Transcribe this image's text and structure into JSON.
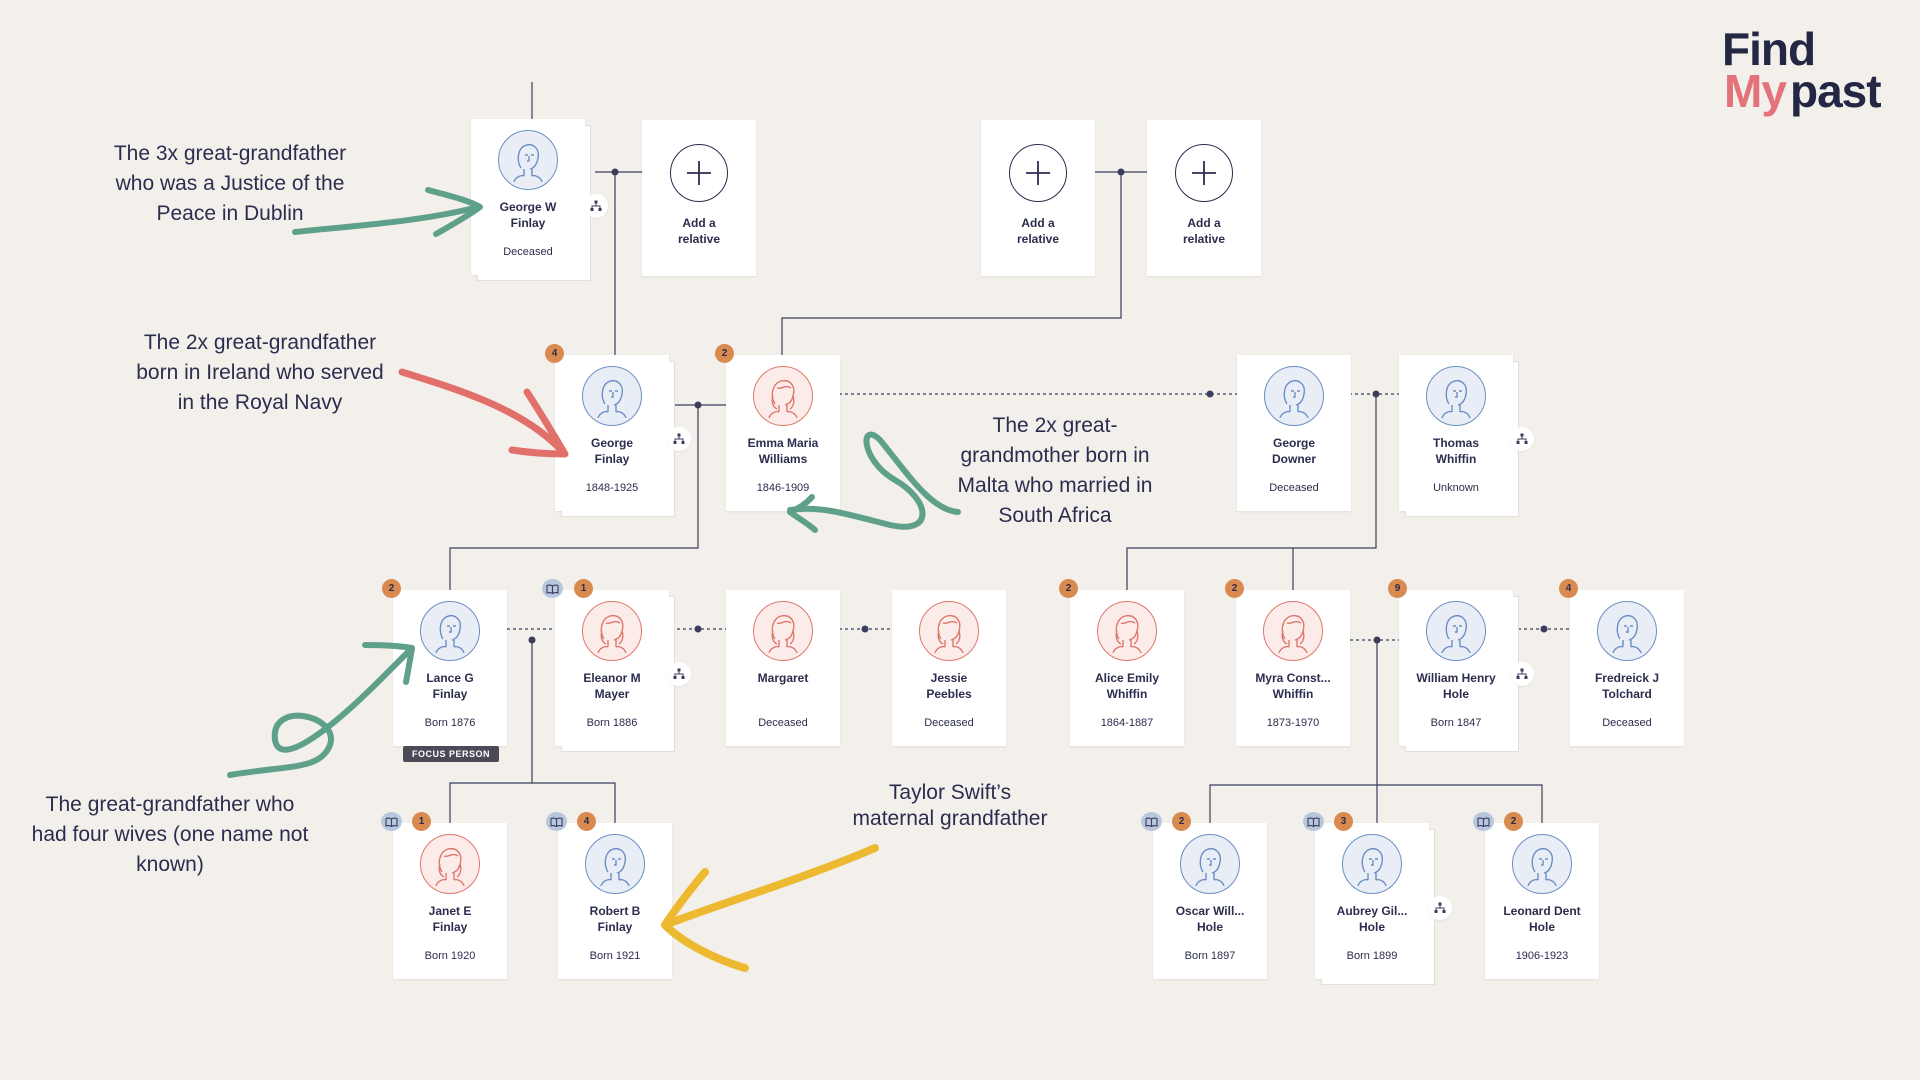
{
  "brand": {
    "find": "Find",
    "my": "My",
    "past": "past"
  },
  "colors": {
    "male": "#6c8ec4",
    "female": "#e0776c",
    "badge": "#d98a4f",
    "line": "#3a3d5c",
    "background": "#f3f0ec"
  },
  "add_relative_label": "Add a\nrelative",
  "focus_label": "FOCUS PERSON",
  "people": [
    {
      "id": "george-w-finlay",
      "name": "George W\nFinlay",
      "dates": "Deceased",
      "gender": "male"
    },
    {
      "id": "george-finlay",
      "name": "George\nFinlay",
      "dates": "1848-1925",
      "gender": "male",
      "badge": "4"
    },
    {
      "id": "emma-maria-williams",
      "name": "Emma Maria\nWilliams",
      "dates": "1846-1909",
      "gender": "female",
      "badge": "2"
    },
    {
      "id": "george-downer",
      "name": "George\nDowner",
      "dates": "Deceased",
      "gender": "male"
    },
    {
      "id": "thomas-whiffin",
      "name": "Thomas\nWhiffin",
      "dates": "Unknown",
      "gender": "male"
    },
    {
      "id": "lance-g-finlay",
      "name": "Lance G\nFinlay",
      "dates": "Born 1876",
      "gender": "male",
      "badge": "2"
    },
    {
      "id": "eleanor-m-mayer",
      "name": "Eleanor M\nMayer",
      "dates": "Born 1886",
      "gender": "female",
      "badge": "1"
    },
    {
      "id": "margaret",
      "name": "Margaret",
      "dates": "Deceased",
      "gender": "female"
    },
    {
      "id": "jessie-peebles",
      "name": "Jessie\nPeebles",
      "dates": "Deceased",
      "gender": "female"
    },
    {
      "id": "alice-emily-whiffin",
      "name": "Alice Emily\nWhiffin",
      "dates": "1864-1887",
      "gender": "female",
      "badge": "2"
    },
    {
      "id": "myra-whiffin",
      "name": "Myra Const...\nWhiffin",
      "dates": "1873-1970",
      "gender": "female",
      "badge": "2"
    },
    {
      "id": "william-henry-hole",
      "name": "William Henry\nHole",
      "dates": "Born 1847",
      "gender": "male",
      "badge": "9"
    },
    {
      "id": "fredreick-tolchard",
      "name": "Fredreick J\nTolchard",
      "dates": "Deceased",
      "gender": "male",
      "badge": "4"
    },
    {
      "id": "janet-e-finlay",
      "name": "Janet E\nFinlay",
      "dates": "Born 1920",
      "gender": "female",
      "badge": "1"
    },
    {
      "id": "robert-b-finlay",
      "name": "Robert B\nFinlay",
      "dates": "Born 1921",
      "gender": "male",
      "badge": "4"
    },
    {
      "id": "oscar-hole",
      "name": "Oscar Will...\nHole",
      "dates": "Born 1897",
      "gender": "male",
      "badge": "2"
    },
    {
      "id": "aubrey-hole",
      "name": "Aubrey Gil...\nHole",
      "dates": "Born 1899",
      "gender": "male",
      "badge": "3"
    },
    {
      "id": "leonard-hole",
      "name": "Leonard Dent\nHole",
      "dates": "1906-1923",
      "gender": "male",
      "badge": "2"
    }
  ],
  "annotations": [
    {
      "id": "justice",
      "text": "The 3x great-grandfather\nwho was a Justice of the\nPeace in Dublin"
    },
    {
      "id": "navy",
      "text": "The 2x great-grandfather\nborn in Ireland who served\nin the Royal Navy"
    },
    {
      "id": "malta",
      "text": "The 2x great-\ngrandmother born in\nMalta who married in\nSouth Africa"
    },
    {
      "id": "wives",
      "text": "The great-grandfather who\nhad four wives (one name not\nknown)"
    },
    {
      "id": "swift",
      "text": "Taylor Swift’s\nmaternal grandfather"
    }
  ]
}
